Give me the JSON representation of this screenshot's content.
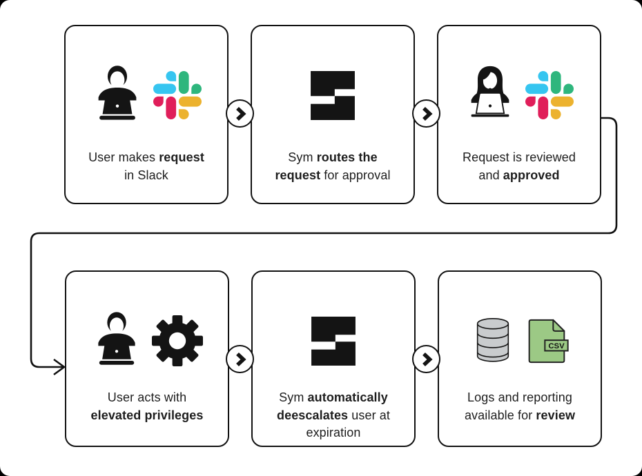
{
  "title": "Sym access workflow diagram",
  "labels": {
    "csv": "CSV"
  },
  "colors": {
    "page_bg": "#000000",
    "card_bg": "#ffffff",
    "card_border": "#111111",
    "text": "#1d1d1d",
    "icon_black": "#141414",
    "line": "#111111",
    "slack_blue": "#36C5F0",
    "slack_green": "#2EB67D",
    "slack_yellow": "#ECB22E",
    "slack_red": "#E01E5A",
    "db_gray": "#C9CCCE",
    "csv_green": "#9CC985",
    "csv_border": "#222222",
    "laptop_screen_white": "#ffffff"
  },
  "cards": [
    {
      "id": "step-1",
      "icons": [
        "person-male-laptop-icon",
        "slack-icon"
      ],
      "caption_lines": [
        [
          {
            "t": "User makes ",
            "b": false
          },
          {
            "t": "request",
            "b": true
          }
        ],
        [
          {
            "t": "in Slack",
            "b": false
          }
        ]
      ]
    },
    {
      "id": "step-2",
      "icons": [
        "sym-logo-icon"
      ],
      "caption_lines": [
        [
          {
            "t": "Sym ",
            "b": false
          },
          {
            "t": "routes the",
            "b": true
          }
        ],
        [
          {
            "t": "request",
            "b": true
          },
          {
            "t": " for approval",
            "b": false
          }
        ]
      ]
    },
    {
      "id": "step-3",
      "icons": [
        "person-female-laptop-icon",
        "slack-icon"
      ],
      "caption_lines": [
        [
          {
            "t": "Request is reviewed",
            "b": false
          }
        ],
        [
          {
            "t": "and ",
            "b": false
          },
          {
            "t": "approved",
            "b": true
          }
        ]
      ]
    },
    {
      "id": "step-4",
      "icons": [
        "person-male-laptop-icon",
        "gear-icon"
      ],
      "caption_lines": [
        [
          {
            "t": "User acts with",
            "b": false
          }
        ],
        [
          {
            "t": "elevated privileges",
            "b": true
          }
        ]
      ]
    },
    {
      "id": "step-5",
      "icons": [
        "sym-logo-icon"
      ],
      "caption_lines": [
        [
          {
            "t": "Sym ",
            "b": false
          },
          {
            "t": "automatically",
            "b": true
          }
        ],
        [
          {
            "t": "deescalates",
            "b": true
          },
          {
            "t": " user at",
            "b": false
          }
        ],
        [
          {
            "t": "expiration",
            "b": false
          }
        ]
      ]
    },
    {
      "id": "step-6",
      "icons": [
        "database-icon",
        "csv-file-icon"
      ],
      "caption_lines": [
        [
          {
            "t": "Logs and reporting",
            "b": false
          }
        ],
        [
          {
            "t": "available for ",
            "b": false
          },
          {
            "t": "review",
            "b": true
          }
        ]
      ]
    }
  ],
  "flow": {
    "chevron_connectors": 4,
    "return_connector": "from step-3 right edge, down and around to step-4 left edge"
  }
}
